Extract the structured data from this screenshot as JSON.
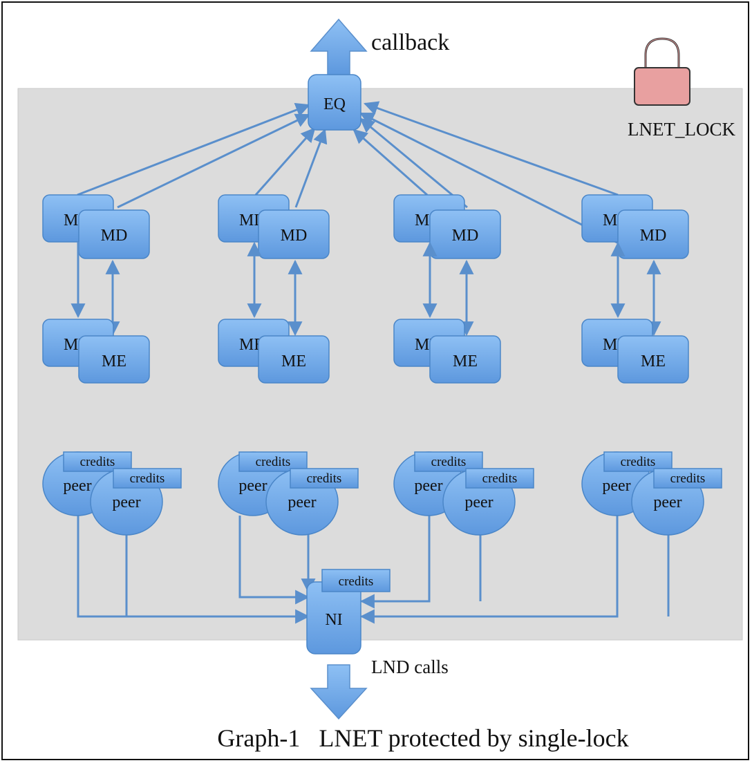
{
  "diagram": {
    "top_label": "callback",
    "bottom_label": "LND calls",
    "caption": "Graph-1   LNET protected by single-lock",
    "lock_label": "LNET_LOCK",
    "eq_label": "EQ",
    "ni_label": "NI",
    "md_label": "MD",
    "md_back_label": "MD",
    "me_label": "ME",
    "me_back_label": "ME",
    "peer_label": "peer",
    "credits_label": "credits",
    "colors": {
      "box_fill": "#6fa8e8",
      "box_stroke": "#4a86c8",
      "arrow": "#5a8fcc",
      "panel": "#dcdcdc",
      "lock_fill": "#e8a0a0"
    }
  }
}
